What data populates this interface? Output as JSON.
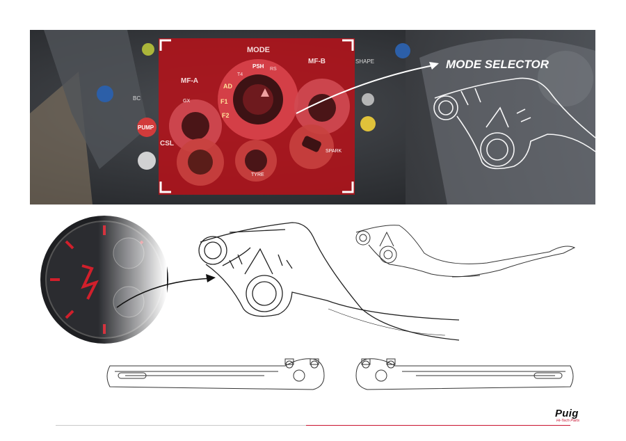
{
  "photo": {
    "callout_label": "MODE SELECTOR",
    "panel_labels": {
      "mode": "MODE",
      "psh": "PSH",
      "mf_a": "MF-A",
      "mf_b": "MF-B",
      "csl": "CSL",
      "shape": "SHAPE",
      "pump": "PUMP",
      "tyre": "TYRE",
      "spark": "SPARK",
      "ad": "AD",
      "f1": "F1",
      "f2": "F2",
      "t4": "T4",
      "rs": "RS",
      "bc": "BC",
      "gx": "GX"
    },
    "tint_color": "#b3121a"
  },
  "brand": {
    "name": "Puig",
    "tagline": "Hi-Tech Parts",
    "accent_color": "#c8102e"
  }
}
